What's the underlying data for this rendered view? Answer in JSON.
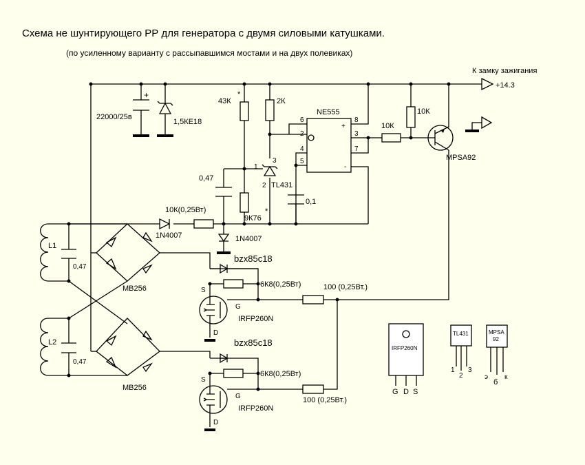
{
  "title": "Схема не шунтирующего РР для генератора с двумя силовыми катушками.",
  "subtitle": "(по усиленному  варианту с рассыпавшимся мостами и на двух полевиках)",
  "output": {
    "label": "К замку зажигания",
    "voltage": "+14.3"
  },
  "labels": {
    "cap_main": "22000/25в",
    "tvs": "1,5КЕ18",
    "r_43k": "43К",
    "r_2k": "2К",
    "ic": "NE555",
    "r_10k_base": "10К",
    "r_10k_top": "10К",
    "transistor": "MPSA92",
    "cap_047": "0,47",
    "tl431": "TL431",
    "cap_01": "0,1",
    "r_9k76": "9К76",
    "r_10k_025": "10К(0,25Вт)",
    "diode1": "1N4007",
    "diode2": "1N4007",
    "coil1": "L1",
    "coil2": "L2",
    "cap_l1": "0,47",
    "cap_l2": "0,47",
    "bridge1": "MB256",
    "bridge2": "MB256",
    "zener1": "bzx85c18",
    "zener2": "bzx85c18",
    "r_6k8_1": "6К8(0,25Вт)",
    "r_6k8_2": "6К8(0,25Вт)",
    "r_100_1": "100 (0,25Вт.)",
    "r_100_2": "100 (0,25Вт.)",
    "mosfet1": "IRFP260N",
    "mosfet2": "IRFP260N",
    "asterisk": "*",
    "plus": "+",
    "minus": "-",
    "gate": "G",
    "source": "S",
    "drain": "D"
  },
  "ic_pins": [
    "6",
    "2",
    "4",
    "5",
    "8",
    "3",
    "7",
    "+",
    "-"
  ],
  "tl431_pins": [
    "1",
    "2",
    "3"
  ],
  "packages": {
    "irfp260n": {
      "name": "IRFP260N",
      "pins": [
        "G",
        "D",
        "S"
      ]
    },
    "tl431": {
      "name": "TL431",
      "pins": [
        "1",
        "2",
        "3"
      ]
    },
    "mpsa92": {
      "name": "MPSA",
      "name2": "92",
      "pins": [
        "э",
        "б",
        "к"
      ]
    }
  }
}
